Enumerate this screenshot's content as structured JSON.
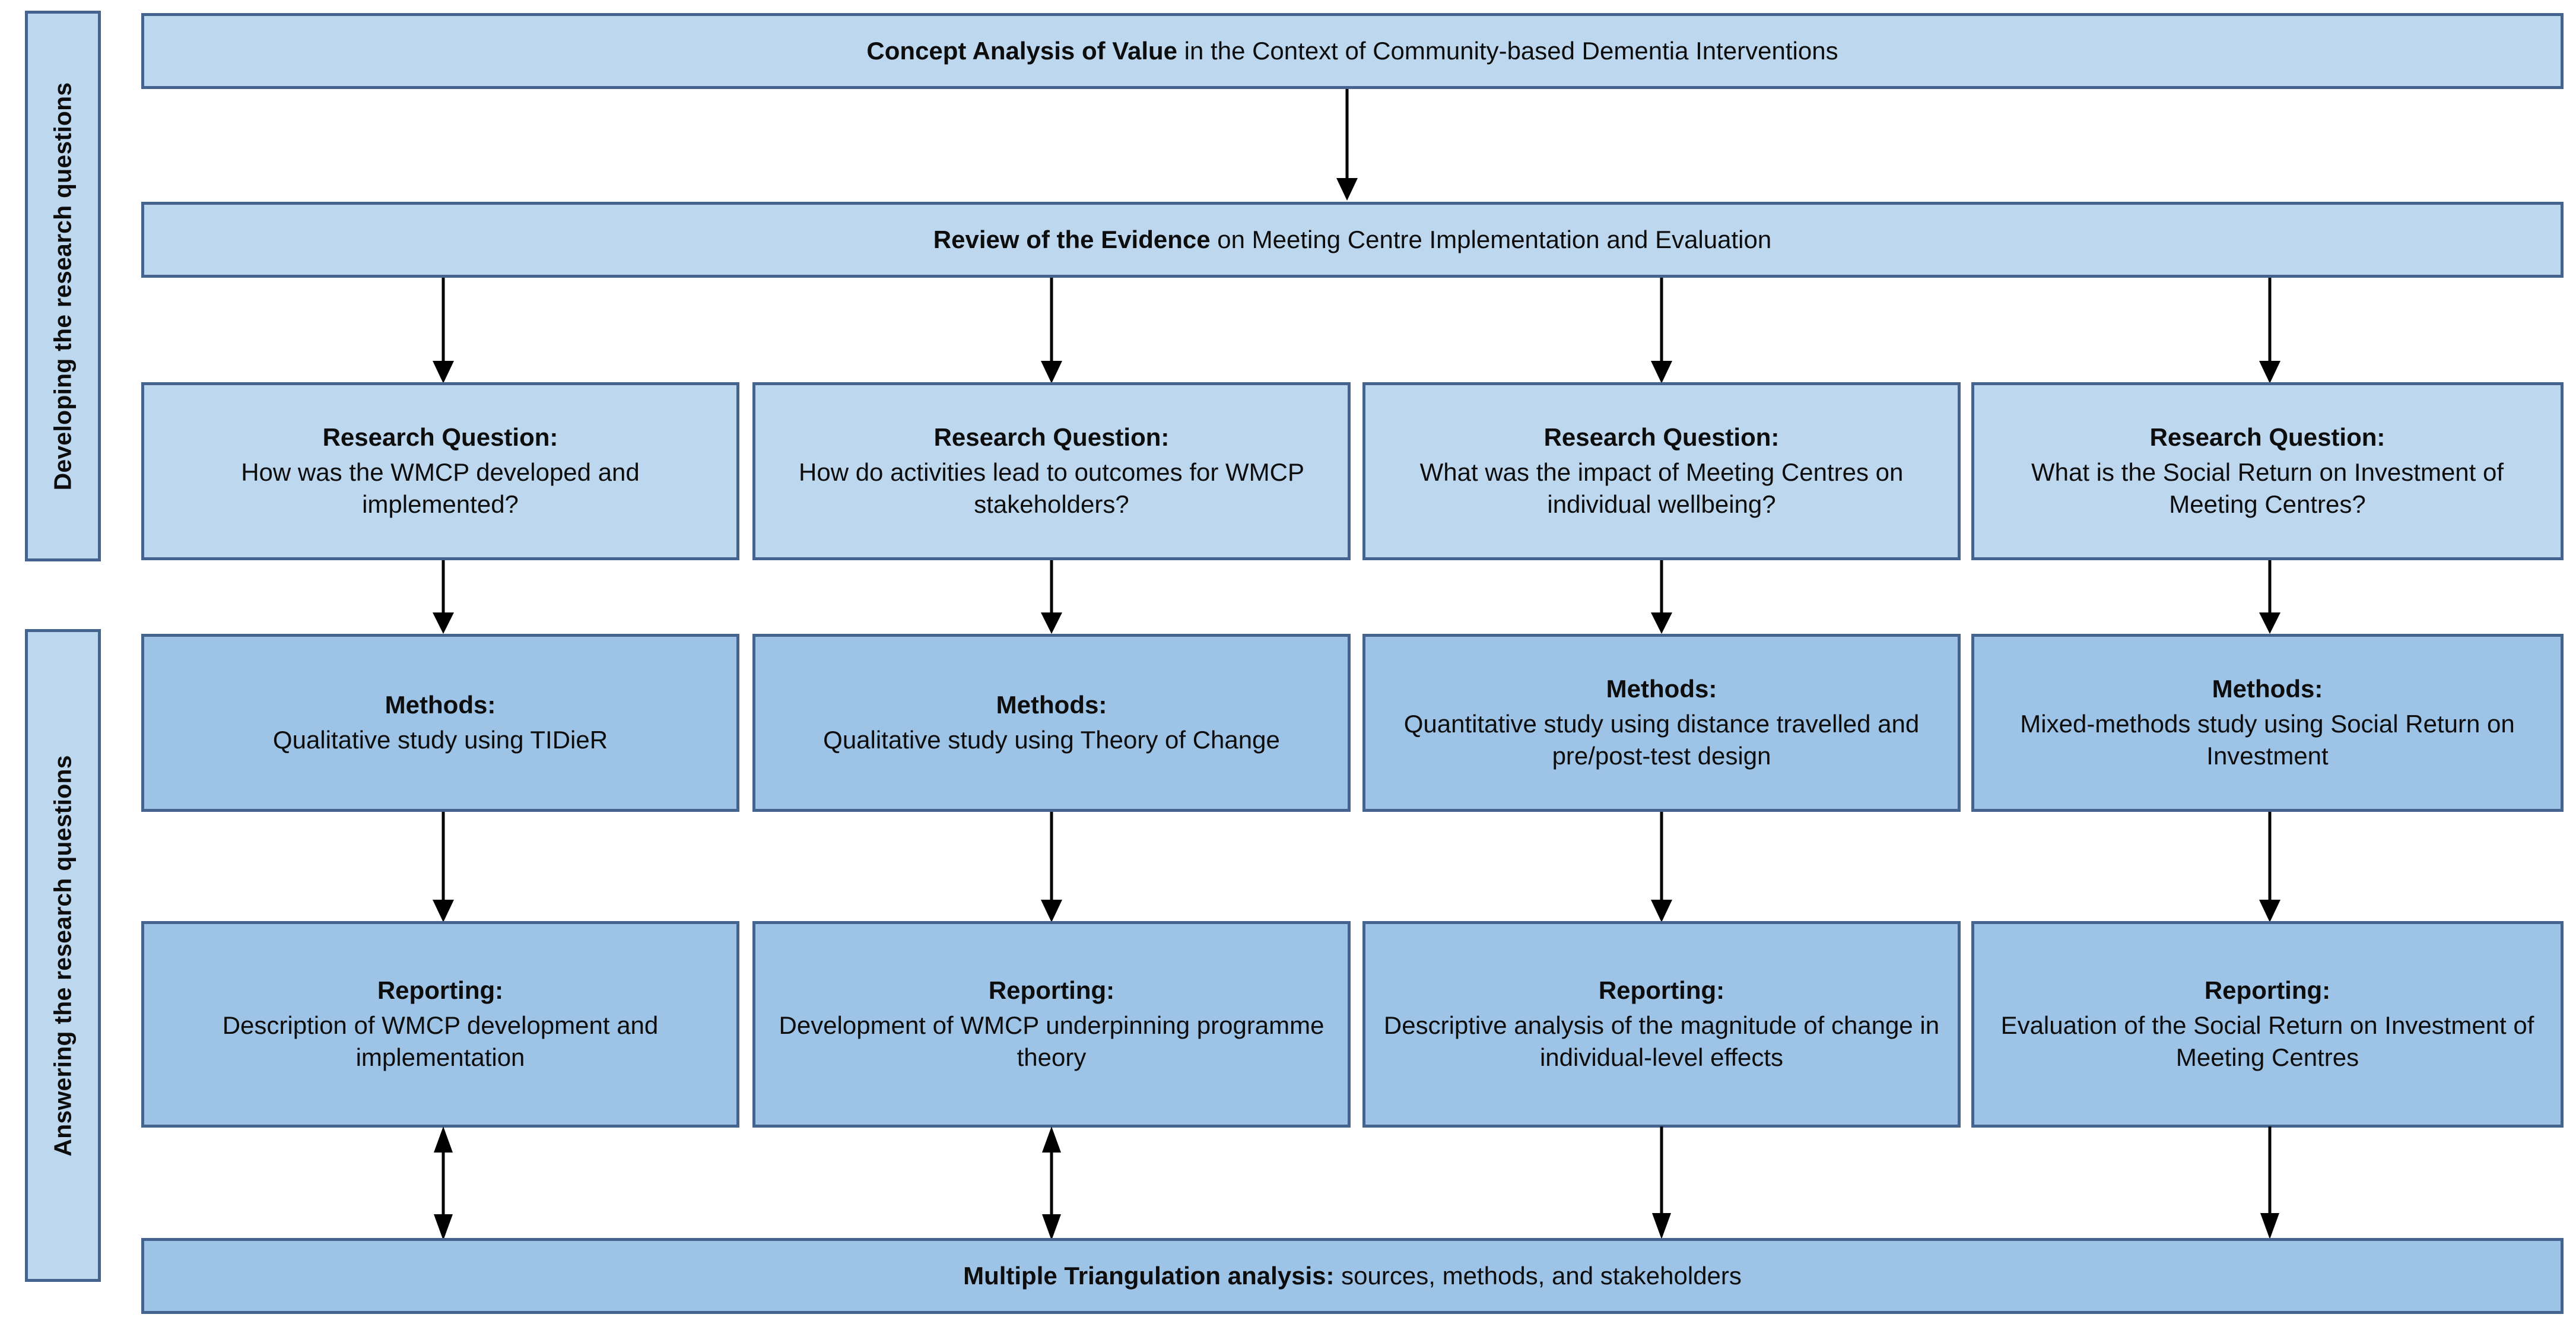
{
  "figure": {
    "title": "Study design flow diagram",
    "colors": {
      "fill_light": "#bdd7ee",
      "fill_mid": "#9dc3e6",
      "border": "#44638f",
      "connector": "#000000",
      "text": "#0d0d0d"
    }
  },
  "rails": [
    {
      "label": "Developing the research questions"
    },
    {
      "label": "Answering the research questions"
    }
  ],
  "banners": {
    "concept_analysis": {
      "bold": "Concept Analysis of Value",
      "rest": " in the Context of Community-based Dementia Interventions"
    },
    "review_evidence": {
      "bold": "Review of the Evidence",
      "rest": " on Meeting Centre Implementation and Evaluation"
    },
    "triangulation": {
      "bold": "Multiple Triangulation analysis:",
      "rest": " sources, methods, and stakeholders"
    }
  },
  "columns": [
    {
      "question": {
        "heading": "Research Question:",
        "body": "How was the WMCP developed and implemented?"
      },
      "methods": {
        "heading": "Methods:",
        "body": "Qualitative study using TIDieR"
      },
      "reporting": {
        "heading": "Reporting:",
        "body": "Description of WMCP development and implementation"
      },
      "bottom_connector": "double-arrow"
    },
    {
      "question": {
        "heading": "Research Question:",
        "body": "How do activities lead to outcomes for WMCP stakeholders?"
      },
      "methods": {
        "heading": "Methods:",
        "body": "Qualitative study using Theory of Change"
      },
      "reporting": {
        "heading": "Reporting:",
        "body": "Development of WMCP underpinning programme theory"
      },
      "bottom_connector": "double-arrow"
    },
    {
      "question": {
        "heading": "Research Question:",
        "body": "What was the impact of Meeting Centres on individual wellbeing?"
      },
      "methods": {
        "heading": "Methods:",
        "body": "Quantitative study using distance travelled and pre/post-test design"
      },
      "reporting": {
        "heading": "Reporting:",
        "body": "Descriptive analysis of the magnitude of change in individual-level effects"
      },
      "bottom_connector": "down-arrow"
    },
    {
      "question": {
        "heading": "Research Question:",
        "body": "What is the Social Return on Investment of Meeting Centres?"
      },
      "methods": {
        "heading": "Methods:",
        "body": "Mixed-methods study using Social Return on Investment"
      },
      "reporting": {
        "heading": "Reporting:",
        "body": "Evaluation of the Social Return on Investment of Meeting Centres"
      },
      "bottom_connector": "down-arrow"
    }
  ]
}
